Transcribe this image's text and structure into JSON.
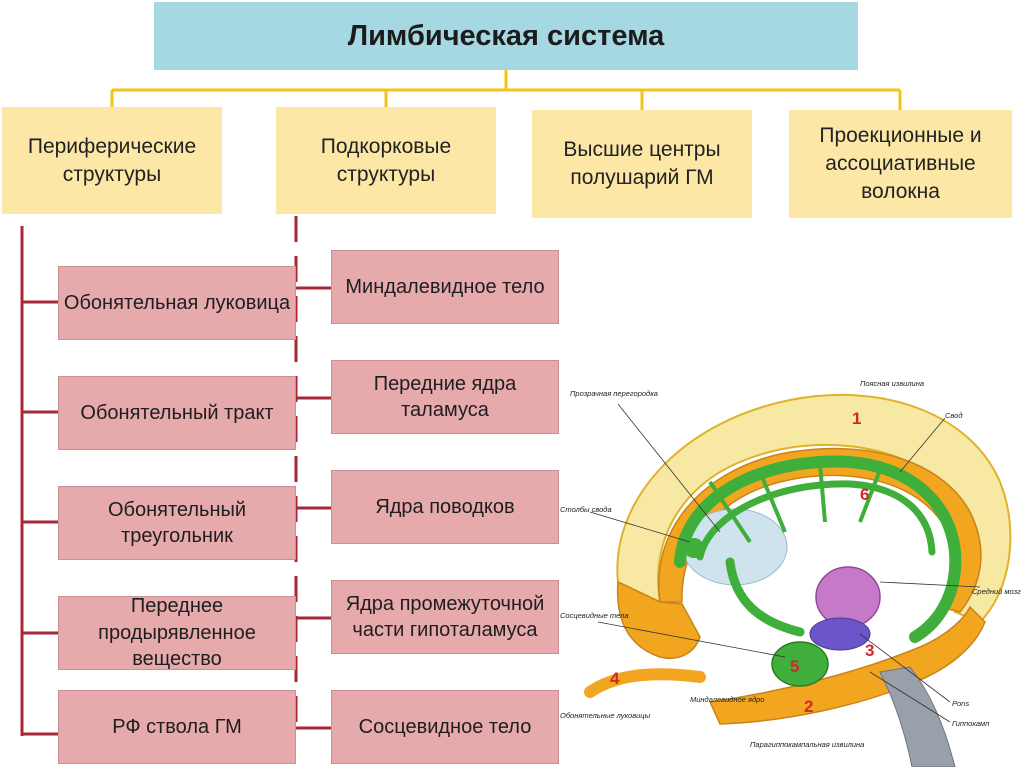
{
  "title": "Лимбическая система",
  "categories": [
    "Периферические структуры",
    "Подкорковые структуры",
    "Высшие центры полушарий ГМ",
    "Проекционные и ассоциативные волокна"
  ],
  "peripheral": [
    "Обонятельная луковица",
    "Обонятельный тракт",
    "Обонятельный треугольник",
    "Переднее продырявленное вещество",
    "РФ ствола ГМ"
  ],
  "subcortical": [
    "Миндалевидное тело",
    "Передние ядра таламуса",
    "Ядра поводков",
    "Ядра промежуточной части гипоталамуса",
    "Сосцевидное тело"
  ],
  "illustration": {
    "labels": {
      "septum": "Прозрачная перегородка",
      "cingulate": "Поясная извилина",
      "fornix": "Свод",
      "fornix_columns": "Столбы свода",
      "midbrain": "Средний мозг",
      "mammillary": "Сосцевидные тела",
      "olfactory_bulbs": "Обонятельные луковицы",
      "amygdala": "Миндалевидное ядро",
      "pons": "Pons",
      "hippocampus": "Гиппокамп",
      "parahippocampal": "Парагиппокампальная извилина"
    },
    "numbers": [
      "1",
      "2",
      "3",
      "4",
      "5",
      "6"
    ],
    "colors": {
      "cortex": "#f7e9a3",
      "gyrus": "#f2a61f",
      "fornix": "#3fae3a",
      "midbrain": "#c679c9",
      "pons": "#6b55c9"
    }
  }
}
